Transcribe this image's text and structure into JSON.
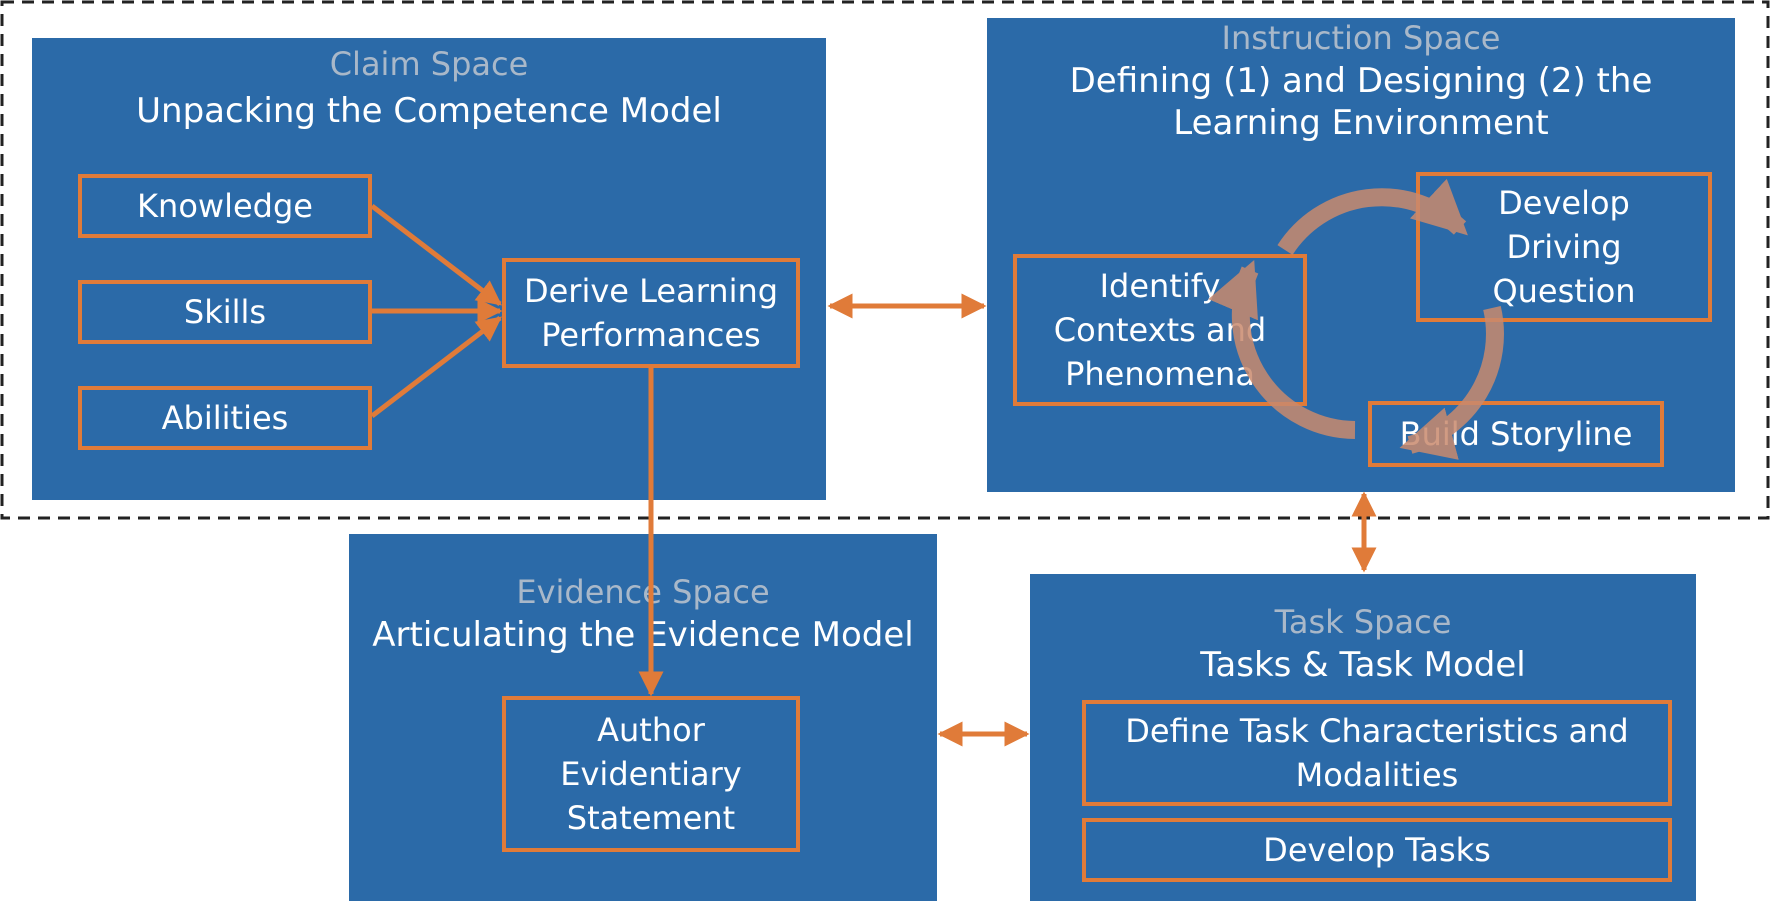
{
  "claim": {
    "title": "Claim Space",
    "subtitle": "Unpacking the Competence Model",
    "knowledge": "Knowledge",
    "skills": "Skills",
    "abilities": "Abilities",
    "derive": "Derive Learning\nPerformances"
  },
  "instruction": {
    "title": "Instruction Space",
    "subtitle": "Defining (1) and Designing (2) the\nLearning Environment",
    "identify": "Identify\nContexts and\nPhenomena",
    "develop_question": "Develop\nDriving\nQuestion",
    "storyline": "Build Storyline"
  },
  "evidence": {
    "title": "Evidence Space",
    "subtitle": "Articulating the Evidence Model",
    "author": "Author\nEvidentiary\nStatement"
  },
  "task": {
    "title": "Task Space",
    "subtitle": "Tasks & Task Model",
    "define": "Define Task Characteristics  and\nModalities",
    "develop_tasks": "Develop Tasks"
  },
  "colors": {
    "panel": "#2b6aa8",
    "accent": "#e07b39",
    "cycle": "#c98a6e",
    "space_title": "#a9b8c9"
  }
}
